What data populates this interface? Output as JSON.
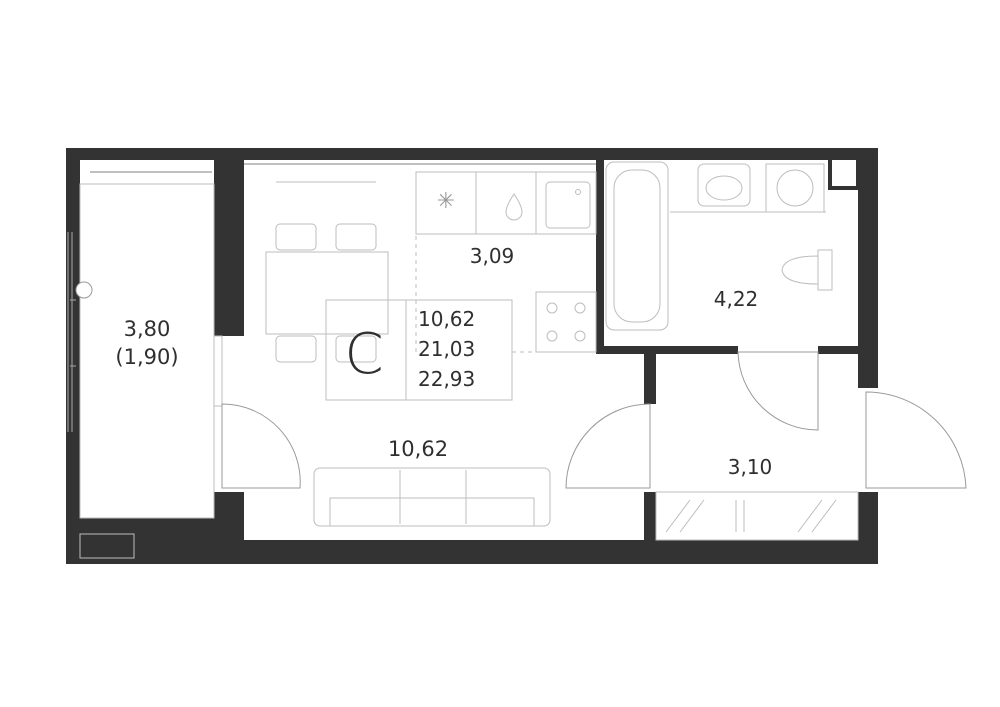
{
  "plan": {
    "colors": {
      "wall": "#333333",
      "furniture": "#bdbdbd",
      "text": "#2f2f2f",
      "background": "#ffffff"
    },
    "summary": {
      "type_letter": "С",
      "living_area": "10,62",
      "total_area": "21,03",
      "total_with_balcony": "22,93"
    },
    "rooms": {
      "room": "10,62",
      "kitchen": "3,09",
      "bathroom": "4,22",
      "hall": "3,10",
      "balcony": "3,80",
      "balcony_reduced": "(1,90)"
    }
  }
}
